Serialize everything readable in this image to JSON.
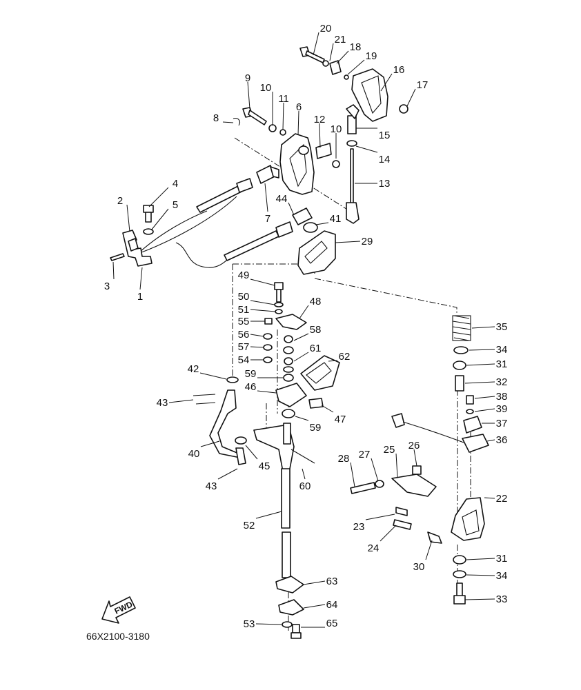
{
  "diagram": {
    "drawing_code": "66X2100-3180",
    "direction_badge": "FWD",
    "callouts": [
      "1",
      "2",
      "3",
      "4",
      "5",
      "6",
      "7",
      "8",
      "9",
      "10",
      "10",
      "11",
      "12",
      "13",
      "14",
      "15",
      "16",
      "17",
      "18",
      "19",
      "20",
      "21",
      "22",
      "23",
      "24",
      "25",
      "26",
      "27",
      "28",
      "29",
      "30",
      "31",
      "31",
      "32",
      "33",
      "34",
      "34",
      "35",
      "36",
      "37",
      "38",
      "39",
      "40",
      "41",
      "42",
      "43",
      "43",
      "44",
      "45",
      "46",
      "47",
      "48",
      "49",
      "50",
      "51",
      "52",
      "53",
      "54",
      "55",
      "56",
      "57",
      "58",
      "59",
      "59",
      "60",
      "61",
      "62",
      "63",
      "64",
      "65"
    ]
  }
}
